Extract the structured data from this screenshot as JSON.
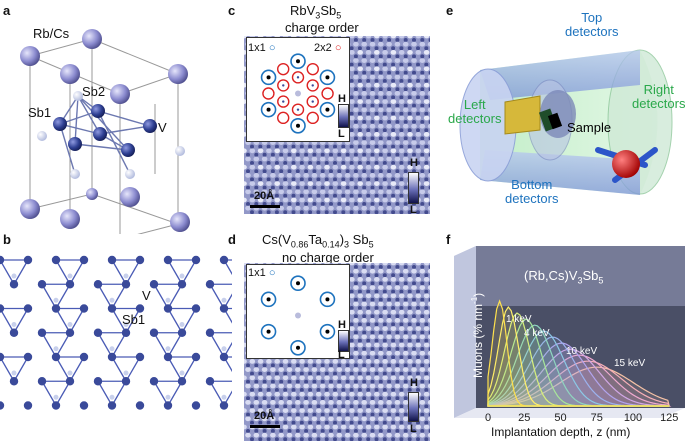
{
  "panels": {
    "a": {
      "label": "a",
      "atoms": {
        "rbcs": "Rb/Cs",
        "sb2": "Sb2",
        "sb1": "Sb1",
        "v": "V"
      }
    },
    "b": {
      "label": "b",
      "atoms": {
        "v": "V",
        "sb1": "Sb1"
      }
    },
    "c": {
      "label": "c",
      "title1": "RbV",
      "title1_sub1": "3",
      "title1_mid": "Sb",
      "title1_sub2": "5",
      "title2": "charge order",
      "fft_labels": {
        "l1x1": "1x1",
        "l2x2": "2x2"
      },
      "colorbar": {
        "high": "H",
        "low": "L"
      },
      "scale": "20Å"
    },
    "d": {
      "label": "d",
      "title1": "Cs(V",
      "title1_sub1": "0.86",
      "title1_mid": "Ta",
      "title1_sub2": "0.14",
      "title1_end": ")",
      "title1_sub3": "3",
      "title1_tail": " Sb",
      "title1_sub4": "5",
      "title2": "no charge order",
      "fft_labels": {
        "l1x1": "1x1"
      },
      "colorbar": {
        "high": "H",
        "low": "L"
      },
      "scale": "20Å"
    },
    "e": {
      "label": "e",
      "top": "Top\ndetectors",
      "left": "Left\ndetectors",
      "right": "Right\ndetectors",
      "bottom": "Bottom\ndetectors",
      "sample": "Sample"
    },
    "f": {
      "label": "f",
      "compound": "(Rb,Cs)V",
      "compound_sub1": "3",
      "compound_mid": "Sb",
      "compound_sub2": "5",
      "ylabel": "Muons (% nm",
      "ylabel_sup": "-1",
      "ylabel_end": ")",
      "xlabel": "Implantation depth, z (nm)",
      "annotations": [
        "1 keV",
        "4 keV",
        "10 keV",
        "15 keV"
      ],
      "xticks": [
        "0",
        "25",
        "50",
        "75",
        "100",
        "125"
      ]
    }
  },
  "colors": {
    "atom_v": "#3a4a9a",
    "atom_rb": "#8f8fd0",
    "atom_sb": "#c8d0ec",
    "label_blue": "#1e73be",
    "label_green": "#2aa84a",
    "stm_blue": "#5560a8"
  },
  "chart_data": {
    "type": "line",
    "title": "(Rb,Cs)V3Sb5",
    "xlabel": "Implantation depth, z (nm)",
    "ylabel": "Muons (% nm-1)",
    "xlim": [
      0,
      130
    ],
    "series": [
      {
        "name": "1 keV",
        "peak_x": 8,
        "peak": 1.0
      },
      {
        "name": "4 keV",
        "peak_x": 22,
        "peak": 0.74
      },
      {
        "name": "10 keV",
        "peak_x": 50,
        "peak": 0.48
      },
      {
        "name": "15 keV",
        "peak_x": 75,
        "peak": 0.37
      }
    ]
  }
}
